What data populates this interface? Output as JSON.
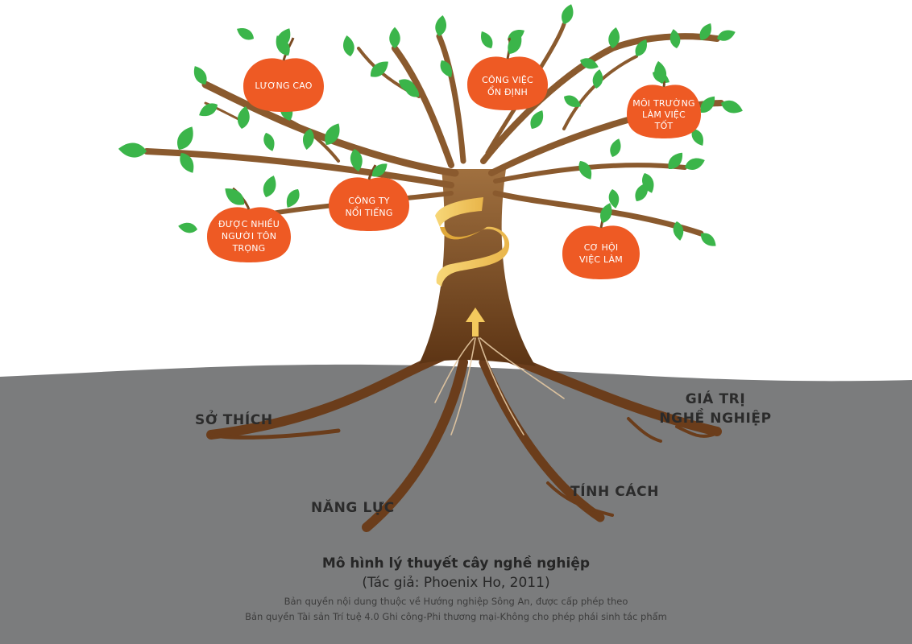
{
  "fruits": [
    {
      "lines": [
        "LƯƠNG CAO"
      ]
    },
    {
      "lines": [
        "CÔNG VIỆC",
        "ỔN ĐỊNH"
      ]
    },
    {
      "lines": [
        "MÔI TRƯỜNG",
        "LÀM VIỆC",
        "TỐT"
      ]
    },
    {
      "lines": [
        "CÔNG TY",
        "NỔI TIẾNG"
      ]
    },
    {
      "lines": [
        "ĐƯỢC NHIỀU",
        "NGƯỜI TÔN",
        "TRỌNG"
      ]
    },
    {
      "lines": [
        "CƠ HỘI",
        "VIỆC LÀM"
      ]
    }
  ],
  "roots": [
    {
      "lines": [
        "SỞ THÍCH"
      ]
    },
    {
      "lines": [
        "NĂNG LỰC"
      ]
    },
    {
      "lines": [
        "TÍNH CÁCH"
      ]
    },
    {
      "lines": [
        "GIÁ TRỊ",
        "NGHỀ NGHIỆP"
      ]
    }
  ],
  "caption": {
    "title": "Mô hình lý thuyết cây nghề nghiệp",
    "author": "(Tác giả: Phoenix Ho, 2011)",
    "copyright_line1": "Bản quyền nội dung thuộc về Hướng nghiệp Sông An, được cấp phép theo",
    "copyright_line2": "Bản quyền Tài sản Trí tuệ 4.0 Ghi công-Phi thương mại-Không cho phép phái sinh tác phẩm"
  },
  "colors": {
    "ground": "#7b7c7d",
    "trunk": "#7a4a22",
    "fruit": "#ee5a24",
    "leaf": "#3bb54a",
    "ribbon": "#f4c95d"
  }
}
